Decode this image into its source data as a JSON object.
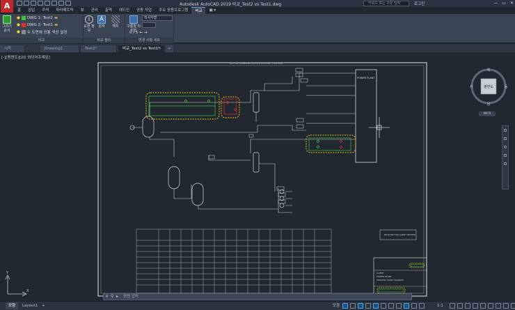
{
  "app": {
    "logo": "A",
    "title": "Autodesk AutoCAD 2019   비교_Test2 vs Test1.dwg",
    "search_placeholder": "키워드 또는 구문 입력",
    "login": "로그인",
    "window_controls": [
      "—",
      "▭",
      "✕"
    ]
  },
  "ribbon_tabs": [
    "홈",
    "삽입",
    "주석",
    "파라메트릭",
    "뷰",
    "관리",
    "출력",
    "애드인",
    "공동 작업",
    "주요 응용프로그램",
    "비교",
    "▣ ▾"
  ],
  "ribbon": {
    "compare_group": {
      "label": "비교",
      "big_button_label": "그리기 순서",
      "dwg1_label": "DWG 1:  Test2",
      "dwg2_label": "DWG 2:  Test1",
      "common_label": "두 도면에 공통 색상 설정",
      "dwg1_color": "#3ac43a",
      "dwg2_color": "#e03030",
      "common_color": "#8a8a8a"
    },
    "filter_group": {
      "label": "비교 필터",
      "buttons": [
        "도면 정보",
        "문자",
        "해치"
      ]
    },
    "changeset_group": {
      "label": "변경 사항 세트",
      "big_button_label": "구름형 리비전",
      "shape_label": "직사각형",
      "counter": "0  / 5"
    }
  },
  "doc_tabs": [
    "시작",
    "Drawing1",
    "Test2*",
    "비교_Test2 vs Test1*"
  ],
  "viewport_label": "[-][평면도][2D 와이어프레임]",
  "viewcube": {
    "north": "북",
    "south": "남",
    "east": "동",
    "west": "서",
    "top": "평면도",
    "wcs": "WCS"
  },
  "drawing": {
    "header_note": "NOTE: ALL DIMENSIONS SHOWN IN SOLID LINE. SCALE NONE",
    "power_plant": "POWER PLANT",
    "release_box": "RELEASE FOR CLIENT REVIEW",
    "title_block": {
      "client": "CLIENT",
      "line1": "POWER PLANT",
      "line2": "PROCESS FLOW DIAGRAM"
    }
  },
  "command_line": {
    "placeholder": "명령 입력"
  },
  "status_bar": {
    "tabs": [
      "모형",
      "Layout1",
      "+"
    ],
    "model_label": "모형",
    "scale": "1:1"
  }
}
